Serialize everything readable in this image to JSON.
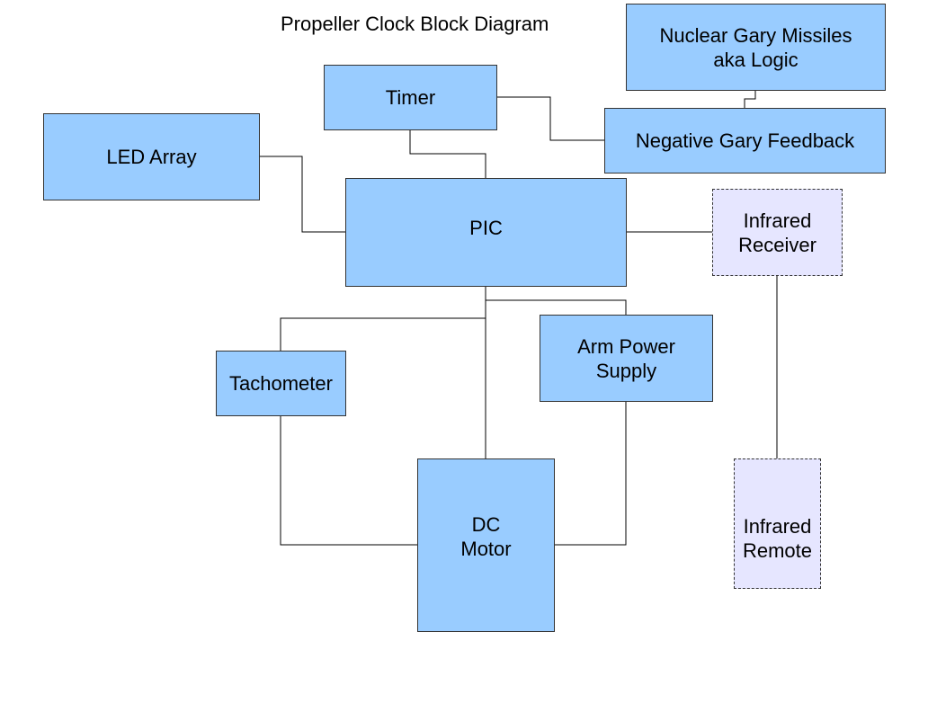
{
  "title": "Propeller Clock Block Diagram",
  "colors": {
    "block": "#99ccff",
    "external": "#e6e6ff",
    "line": "#000000"
  },
  "nodes": {
    "nuclear": "Nuclear Gary Missiles\naka Logic",
    "timer": "Timer",
    "negative_feedback": "Negative Gary Feedback",
    "led_array": "LED Array",
    "pic": "PIC",
    "ir_receiver": "Infrared\nReceiver",
    "tachometer": "Tachometer",
    "arm_power": "Arm Power\nSupply",
    "dc_motor": "DC\nMotor",
    "ir_remote": "Infrared\nRemote"
  }
}
